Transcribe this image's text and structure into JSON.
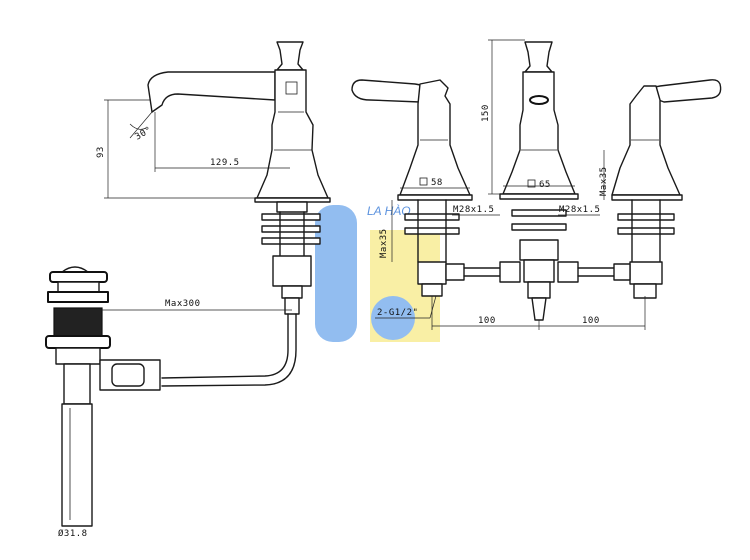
{
  "dimensions": {
    "height_93": "93",
    "reach_129_5": "129.5",
    "angle_30": "30°",
    "max300": "Max300",
    "height_150": "150",
    "max35_left": "Max35",
    "max35_right": "Max35",
    "handle_58": "58",
    "body_65": "65",
    "thread_left": "M28x1.5",
    "thread_right": "M28x1.5",
    "inlet": "2-G1/2\"",
    "spacing_left": "100",
    "spacing_right": "100",
    "drain_dia": "Ø31.8"
  },
  "watermark": {
    "text": "LA HÀO",
    "colors": {
      "blue": "#7fb2ee",
      "yellow": "#f6e77a"
    }
  }
}
